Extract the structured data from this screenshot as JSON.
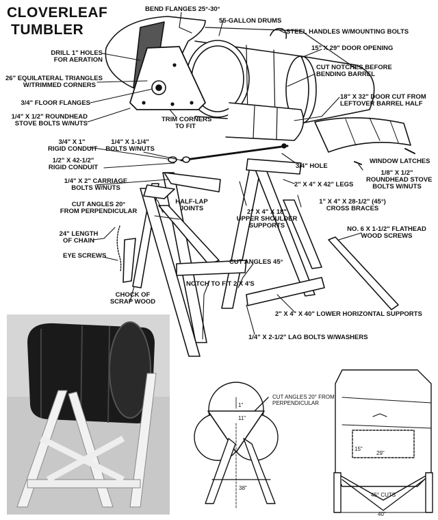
{
  "title": {
    "line1": "CLOVERLEAF",
    "line2": "TUMBLER"
  },
  "labels": {
    "bend_flanges": "BEND FLANGES 25°-30°",
    "drums": "55-GALLON DRUMS",
    "handles": "STEEL HANDLES W/MOUNTING BOLTS",
    "drill_line1": "DRILL 1\" HOLES",
    "drill_line2": "FOR AERATION",
    "door_opening": "15\" X 29\" DOOR OPENING",
    "triangles_line1": "26\" EQUILATERAL TRIANGLES",
    "triangles_line2": "W/TRIMMED CORNERS",
    "notches_line1": "CUT NOTCHES BEFORE",
    "notches_line2": "BENDING BARREL",
    "floor_flanges": "3/4\" FLOOR FLANGES",
    "door_cut_line1": "18\" X 32\" DOOR CUT FROM",
    "door_cut_line2": "LEFTOVER BARREL HALF",
    "stove_bolts_line1": "1/4\" X 1/2\" ROUNDHEAD",
    "stove_bolts_line2": "STOVE BOLTS W/NUTS",
    "trim_line1": "TRIM CORNERS",
    "trim_line2": "TO FIT",
    "conduit_short_line1": "3/4\" X 1\"",
    "conduit_short_line2": "RIGID CONDUIT",
    "bolts_114_line1": "1/4\" X 1-1/4\"",
    "bolts_114_line2": "BOLTS W/NUTS",
    "window_latches": "WINDOW LATCHES",
    "conduit_long_line1": "1/2\" X 42-1/2\"",
    "conduit_long_line2": "RIGID CONDUIT",
    "hole": "3/4\" HOLE",
    "stove_bolts2_line1": "1/8\" X 1/2\"",
    "stove_bolts2_line2": "ROUNDHEAD STOVE",
    "stove_bolts2_line3": "BOLTS W/NUTS",
    "carriage_line1": "1/4\" X 2\" CARRIAGE",
    "carriage_line2": "BOLTS W/NUTS",
    "legs": "2\" X 4\" X 42\" LEGS",
    "cut20_line1": "CUT ANGLES 20°",
    "cut20_line2": "FROM PERPENDICULAR",
    "halflap_line1": "HALF-LAP",
    "halflap_line2": "JOINTS",
    "upper_line1": "2\" X 4\" X 18\"",
    "upper_line2": "UPPER SHOULDER",
    "upper_line3": "SUPPORTS",
    "cross_line1": "1\" X 4\" X 28-1/2\" (45°)",
    "cross_line2": "CROSS BRACES",
    "chain_line1": "24\" LENGTH",
    "chain_line2": "OF CHAIN",
    "flathead_line1": "NO. 6 X 1-1/2\" FLATHEAD",
    "flathead_line2": "WOOD SCREWS",
    "eye_screws": "EYE SCREWS",
    "cut45": "CUT ANGLES 45°",
    "chock_line1": "CHOCK OF",
    "chock_line2": "SCRAP WOOD",
    "notch": "NOTCH TO FIT 2 X 4'S",
    "lower": "2\" X 4\" X 40\" LOWER HORIZONTAL SUPPORTS",
    "lag": "1/4\" X 2-1/2\" LAG BOLTS W/WASHERS"
  },
  "side_view": {
    "label_line1": "CUT ANGLES 20° FROM",
    "label_line2": "PERPENDICULAR",
    "dim_top": "1\"",
    "dim_mid": "11\"",
    "dim_height": "38\""
  },
  "front_view": {
    "dim_15": "15\"",
    "dim_29": "29\"",
    "cuts_45": "45° CUTS",
    "dim_40": "40\""
  }
}
